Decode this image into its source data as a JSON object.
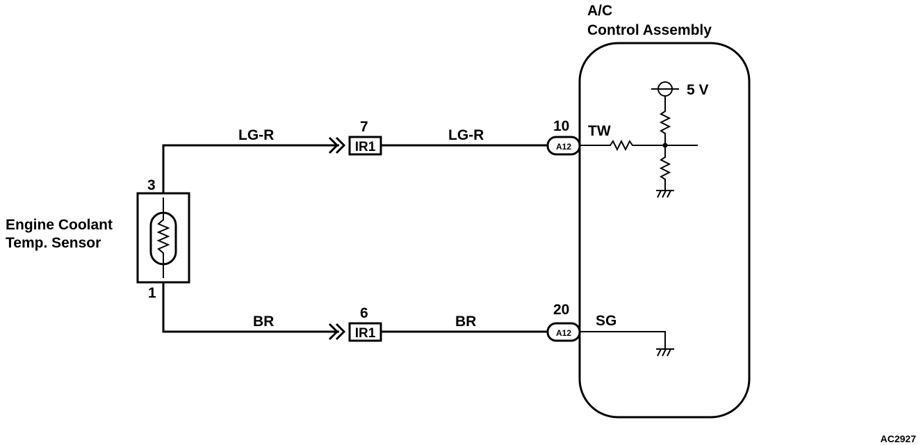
{
  "control_assembly": {
    "title_line1": "A/C",
    "title_line2": "Control Assembly",
    "supply_voltage": "5 V",
    "terminal_tw": "TW",
    "terminal_sg": "SG"
  },
  "sensor": {
    "name_line1": "Engine Coolant",
    "name_line2": "Temp. Sensor",
    "pin_top": "3",
    "pin_bottom": "1"
  },
  "wires": {
    "upper_left_color": "LG-R",
    "upper_right_color": "LG-R",
    "lower_left_color": "BR",
    "lower_right_color": "BR"
  },
  "connectors": {
    "ir1_upper_pin": "7",
    "ir1_upper_label": "IR1",
    "ir1_lower_pin": "6",
    "ir1_lower_label": "IR1",
    "a12_upper_pin": "10",
    "a12_upper_label": "A12",
    "a12_lower_pin": "20",
    "a12_lower_label": "A12"
  },
  "figure_code": "AC2927"
}
